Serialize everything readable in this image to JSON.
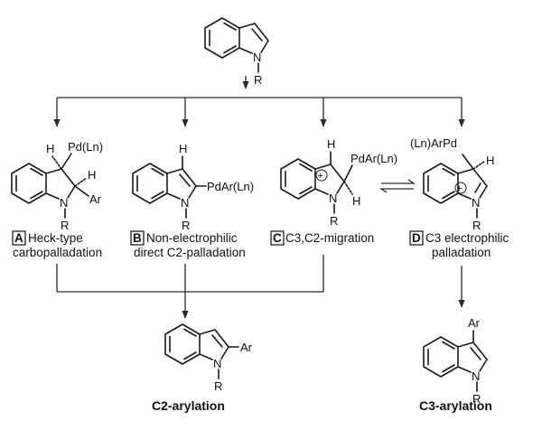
{
  "molecules": {
    "start": {
      "n": "N",
      "r": "R"
    },
    "a": {
      "pd": "Pd(Ln)",
      "h1": "H",
      "h2": "H",
      "ar": "Ar",
      "n": "N",
      "r": "R"
    },
    "b": {
      "h": "H",
      "pd": "PdAr(Ln)",
      "n": "N",
      "r": "R"
    },
    "c": {
      "h1": "H",
      "pd": "PdAr(Ln)",
      "h2": "H",
      "plus": "+",
      "n": "N",
      "r": "R"
    },
    "d": {
      "pd": "(Ln)ArPd",
      "h": "H",
      "plus": "+",
      "n": "N",
      "r": "R"
    },
    "c2": {
      "ar": "Ar",
      "n": "N",
      "r": "R"
    },
    "c3": {
      "ar": "Ar",
      "n": "N",
      "r": "R"
    }
  },
  "pathways": [
    {
      "letter": "A",
      "line1": "Heck-type",
      "line2": "carbopalladation"
    },
    {
      "letter": "B",
      "line1": "Non-electrophilic",
      "line2": "direct C2-palladation"
    },
    {
      "letter": "C",
      "line1": "C3,C2-migration"
    },
    {
      "letter": "D",
      "line1": "C3 electrophilic",
      "line2": "palladation"
    }
  ],
  "results": {
    "c2": "C2-arylation",
    "c3": "C3-arylation"
  }
}
